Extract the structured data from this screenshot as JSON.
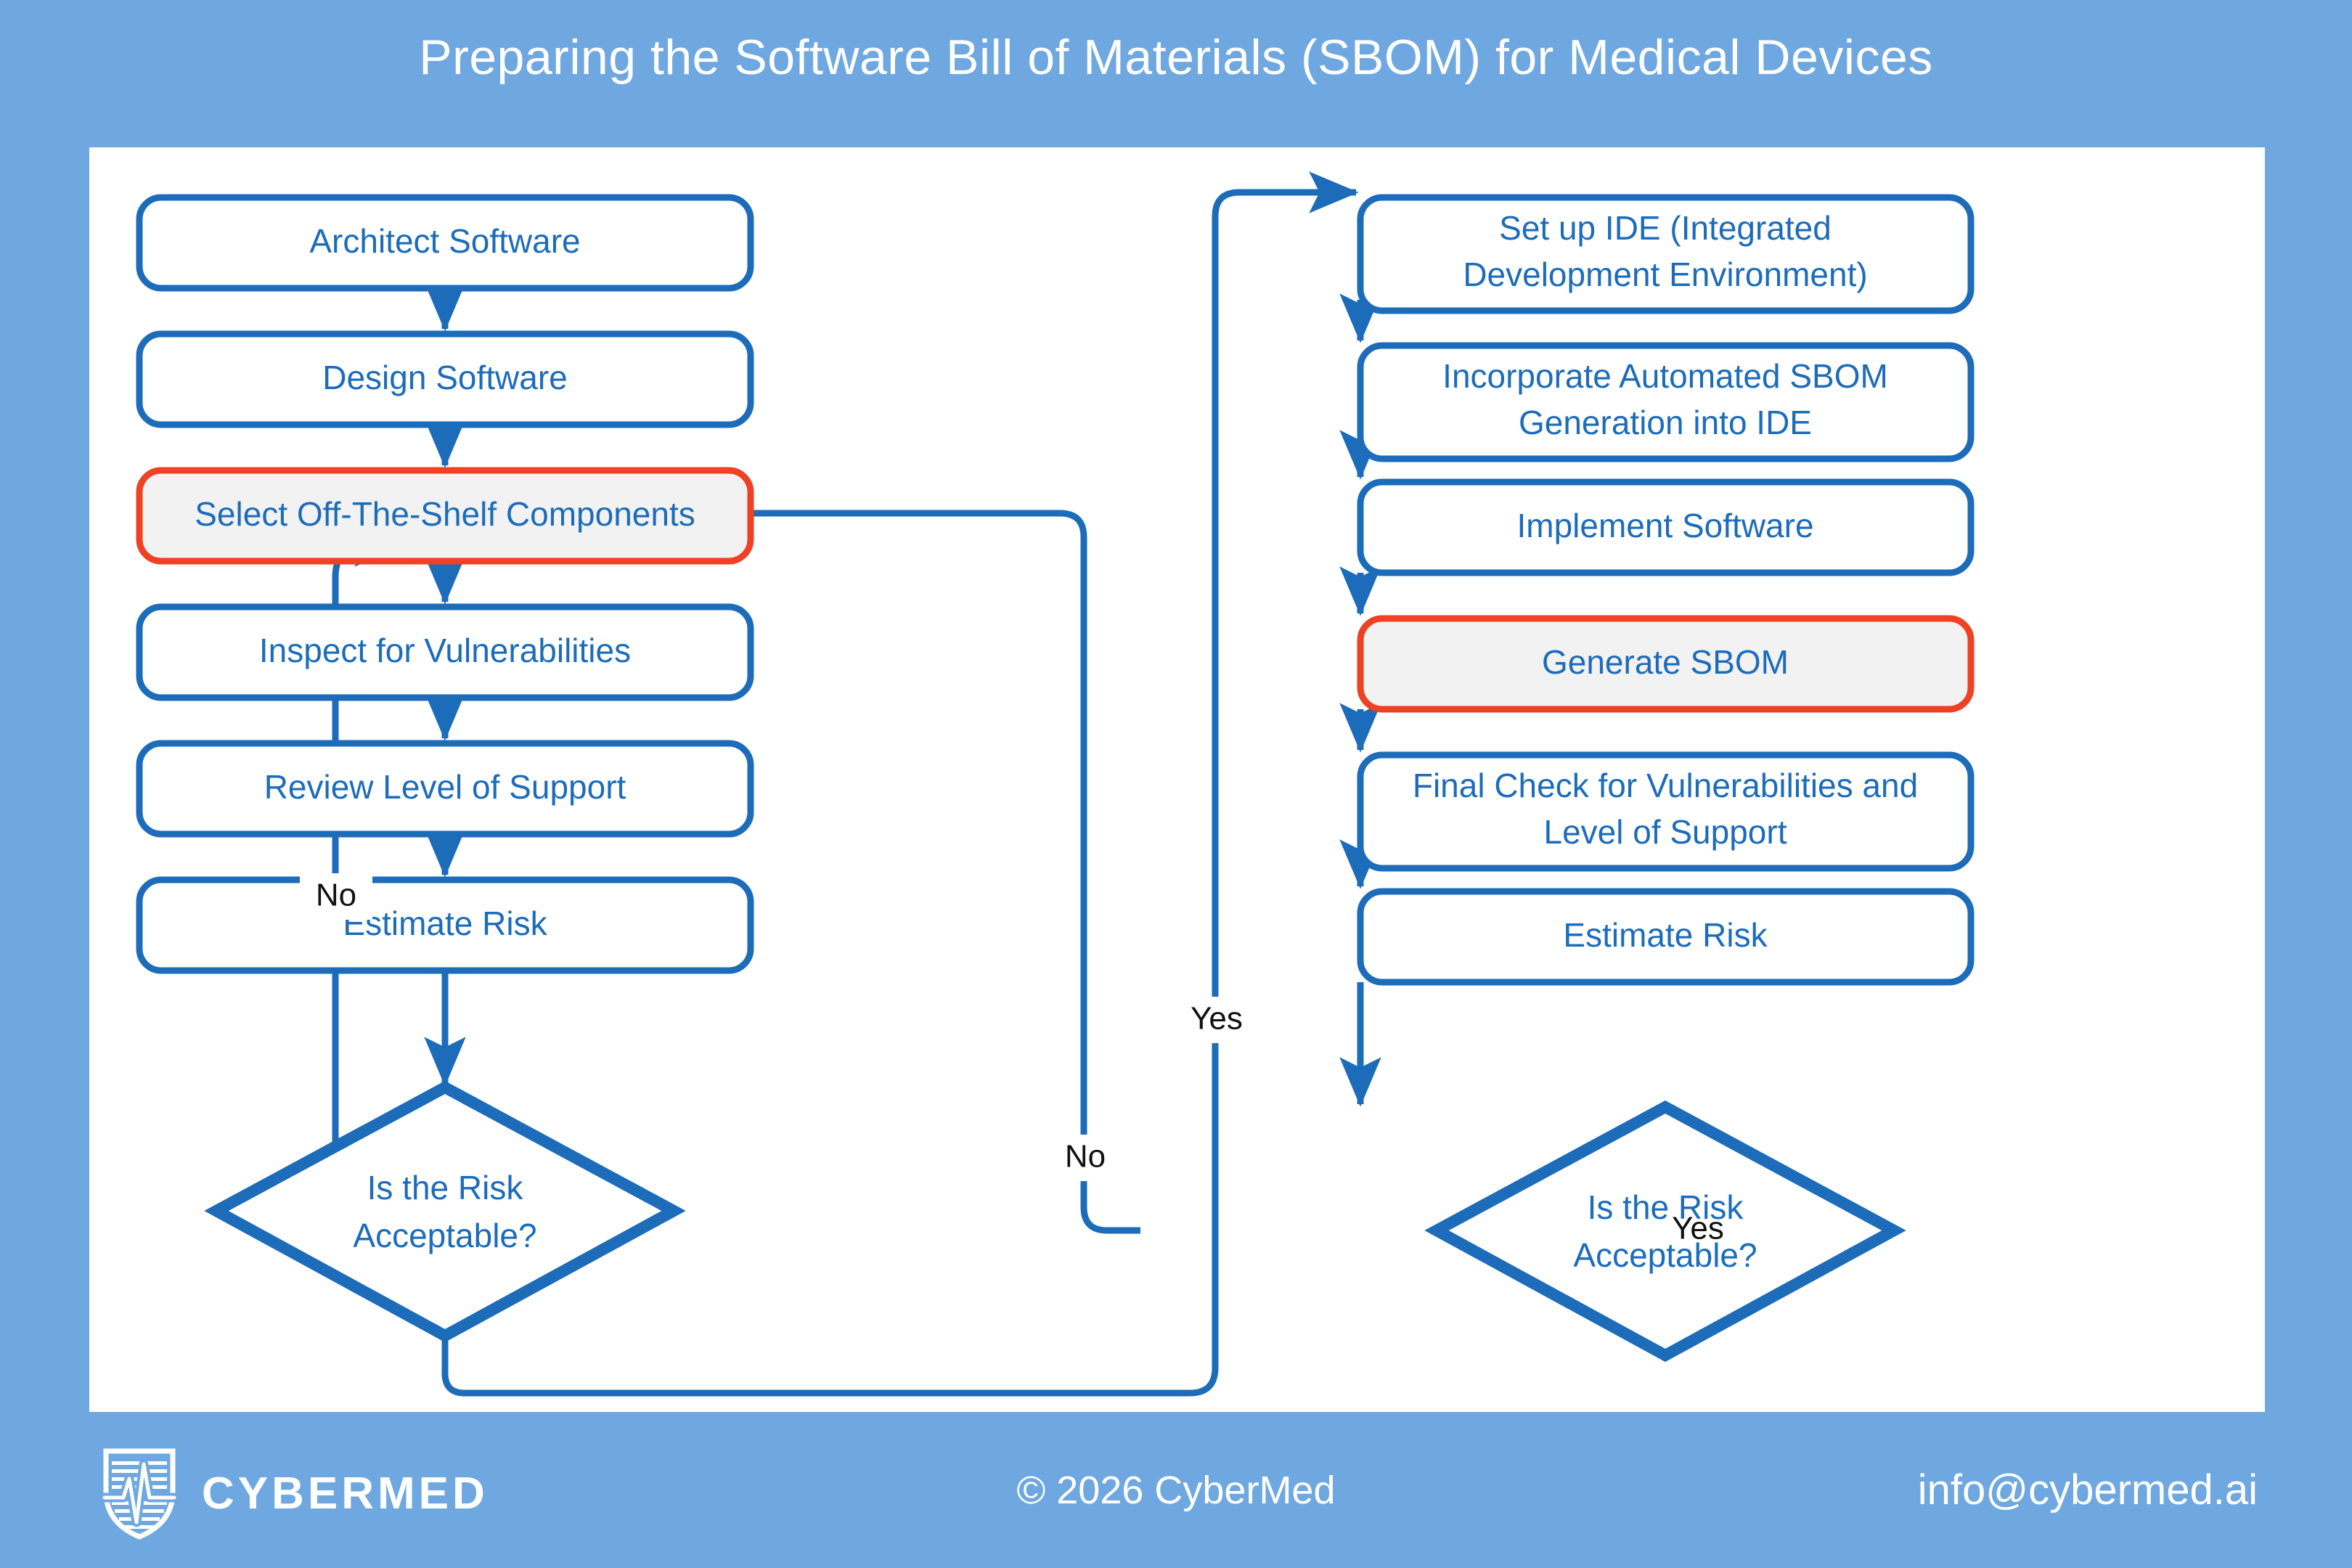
{
  "header": {
    "title": "Preparing the Software Bill of Materials (SBOM) for Medical Devices"
  },
  "colors": {
    "background": "#6FA8E0",
    "canvas": "#FFFFFF",
    "node_stroke": "#1C6CBA",
    "node_text": "#1C6CBA",
    "highlight_stroke": "#EF4123",
    "highlight_fill": "#F2F2F2",
    "edge_label_text": "#111111",
    "footer_text": "#FFFFFF"
  },
  "chart_data": {
    "type": "diagram",
    "title": "Preparing the Software Bill of Materials (SBOM) for Medical Devices",
    "nodes": [
      {
        "id": "architect_software",
        "label": "Architect Software",
        "shape": "rounded-rect",
        "column": "left",
        "highlighted": false
      },
      {
        "id": "design_software",
        "label": "Design Software",
        "shape": "rounded-rect",
        "column": "left",
        "highlighted": false
      },
      {
        "id": "select_ots",
        "label": "Select Off-The-Shelf Components",
        "shape": "rounded-rect",
        "column": "left",
        "highlighted": true
      },
      {
        "id": "inspect_vuln",
        "label": "Inspect for Vulnerabilities",
        "shape": "rounded-rect",
        "column": "left",
        "highlighted": false
      },
      {
        "id": "review_support",
        "label": "Review Level of Support",
        "shape": "rounded-rect",
        "column": "left",
        "highlighted": false
      },
      {
        "id": "estimate_risk_left",
        "label": "Estimate Risk",
        "shape": "rounded-rect",
        "column": "left",
        "highlighted": false
      },
      {
        "id": "risk_decision_left",
        "label": "Is the Risk Acceptable?",
        "shape": "diamond",
        "column": "left",
        "highlighted": false
      },
      {
        "id": "setup_ide",
        "label": "Set up IDE (Integrated Development Environment)",
        "shape": "rounded-rect",
        "column": "right",
        "highlighted": false
      },
      {
        "id": "incorporate_sbom",
        "label": "Incorporate Automated SBOM Generation into IDE",
        "shape": "rounded-rect",
        "column": "right",
        "highlighted": false
      },
      {
        "id": "implement_software",
        "label": "Implement Software",
        "shape": "rounded-rect",
        "column": "right",
        "highlighted": false
      },
      {
        "id": "generate_sbom",
        "label": "Generate SBOM",
        "shape": "rounded-rect",
        "column": "right",
        "highlighted": true
      },
      {
        "id": "final_check",
        "label": "Final Check for Vulnerabilities and Level of Support",
        "shape": "rounded-rect",
        "column": "right",
        "highlighted": false
      },
      {
        "id": "estimate_risk_right",
        "label": "Estimate Risk",
        "shape": "rounded-rect",
        "column": "right",
        "highlighted": false
      },
      {
        "id": "risk_decision_right",
        "label": "Is the Risk Acceptable?",
        "shape": "diamond",
        "column": "right",
        "highlighted": false
      }
    ],
    "edges": [
      {
        "from": "architect_software",
        "to": "design_software",
        "label": ""
      },
      {
        "from": "design_software",
        "to": "select_ots",
        "label": ""
      },
      {
        "from": "select_ots",
        "to": "inspect_vuln",
        "label": ""
      },
      {
        "from": "inspect_vuln",
        "to": "review_support",
        "label": ""
      },
      {
        "from": "review_support",
        "to": "estimate_risk_left",
        "label": ""
      },
      {
        "from": "estimate_risk_left",
        "to": "risk_decision_left",
        "label": ""
      },
      {
        "from": "risk_decision_left",
        "to": "select_ots",
        "label": "No"
      },
      {
        "from": "risk_decision_left",
        "to": "setup_ide",
        "label": "Yes"
      },
      {
        "from": "setup_ide",
        "to": "incorporate_sbom",
        "label": ""
      },
      {
        "from": "incorporate_sbom",
        "to": "implement_software",
        "label": ""
      },
      {
        "from": "implement_software",
        "to": "generate_sbom",
        "label": ""
      },
      {
        "from": "generate_sbom",
        "to": "final_check",
        "label": ""
      },
      {
        "from": "final_check",
        "to": "estimate_risk_right",
        "label": ""
      },
      {
        "from": "estimate_risk_right",
        "to": "risk_decision_right",
        "label": ""
      },
      {
        "from": "risk_decision_right",
        "to": "select_ots",
        "label": "No"
      },
      {
        "from": "risk_decision_right",
        "to": "__exit__",
        "label": "Yes"
      }
    ]
  },
  "nodes": {
    "architect_software": "Architect Software",
    "design_software": "Design Software",
    "select_ots": "Select Off-The-Shelf Components",
    "inspect_vuln": "Inspect for Vulnerabilities",
    "review_support": "Review Level of Support",
    "estimate_risk_left": "Estimate Risk",
    "risk_decision_left_line1": "Is the Risk",
    "risk_decision_left_line2": "Acceptable?",
    "setup_ide_line1": "Set up IDE (Integrated",
    "setup_ide_line2": "Development Environment)",
    "incorporate_sbom_line1": "Incorporate Automated SBOM",
    "incorporate_sbom_line2": "Generation into IDE",
    "implement_software": "Implement Software",
    "generate_sbom": "Generate SBOM",
    "final_check_line1": "Final Check for Vulnerabilities and",
    "final_check_line2": "Level of Support",
    "estimate_risk_right": "Estimate Risk",
    "risk_decision_right_line1": "Is the Risk",
    "risk_decision_right_line2": "Acceptable?"
  },
  "edge_labels": {
    "left_no": "No",
    "left_yes": "Yes",
    "right_no": "No",
    "right_yes": "Yes"
  },
  "footer": {
    "brand": "CYBERMED",
    "copyright": "© 2026 CyberMed",
    "email": "info@cybermed.ai"
  }
}
